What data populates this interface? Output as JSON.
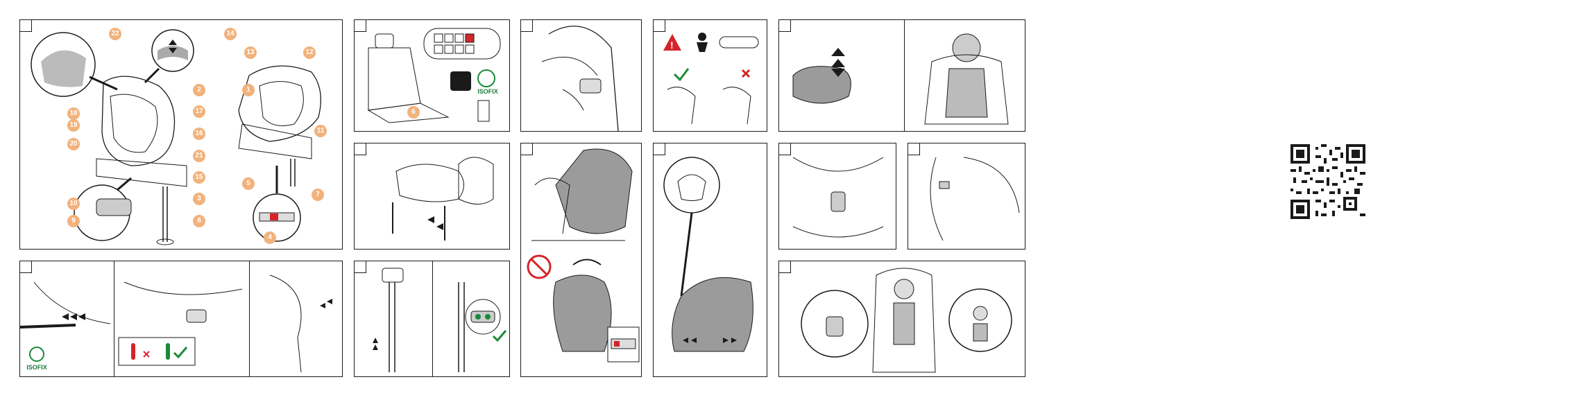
{
  "panel1": {
    "callouts": [
      "22",
      "14",
      "13",
      "12",
      "1",
      "2",
      "17",
      "18",
      "19",
      "16",
      "20",
      "21",
      "15",
      "3",
      "10",
      "9",
      "8",
      "11",
      "5",
      "7",
      "4"
    ]
  },
  "panel2": {
    "callout": "6",
    "isofix_label": "ISOFIX"
  },
  "panel8": {
    "isofix_label": "ISOFIX"
  },
  "colors": {
    "accent": "#f2b27c",
    "line": "#1a1a1a",
    "green": "#1a8a3a",
    "red": "#d4252a",
    "seat_gray": "#9b9b9b"
  },
  "icons": [
    "warning-icon",
    "child-icon",
    "car-icon",
    "check-icon",
    "cross-icon",
    "no-airbag-icon",
    "rotate-icon",
    "qr-code"
  ]
}
